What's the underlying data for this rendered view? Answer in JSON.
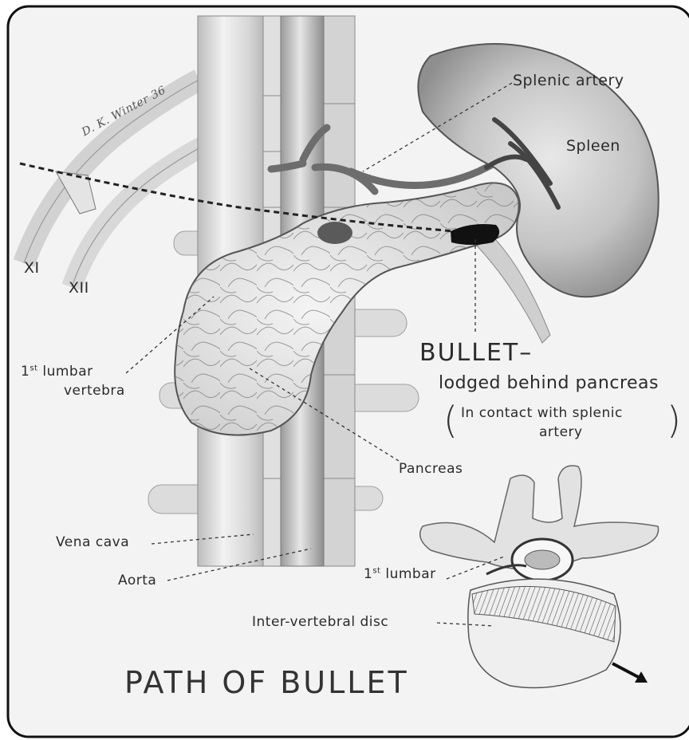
{
  "signature": "D. K. Winter 36",
  "title": "PATH OF BULLET",
  "labels": {
    "splenic_artery": "Splenic artery",
    "spleen": "Spleen",
    "rib_xi": "XI",
    "rib_xii": "XII",
    "lumbar_vertebra_ordinal": "1",
    "lumbar_vertebra_sup": "st",
    "lumbar_vertebra_line1": "lumbar",
    "lumbar_vertebra_line2": "vertebra",
    "bullet_heading": "BULLET–",
    "bullet_lodged": "lodged behind pancreas",
    "contact_line1": "In contact with splenic",
    "contact_line2": "artery",
    "pancreas": "Pancreas",
    "vena_cava": "Vena cava",
    "aorta": "Aorta",
    "lumbar_inset_ordinal": "1",
    "lumbar_inset_sup": "st",
    "lumbar_inset": "lumbar",
    "intervertebral_disc": "Inter-vertebral disc"
  }
}
